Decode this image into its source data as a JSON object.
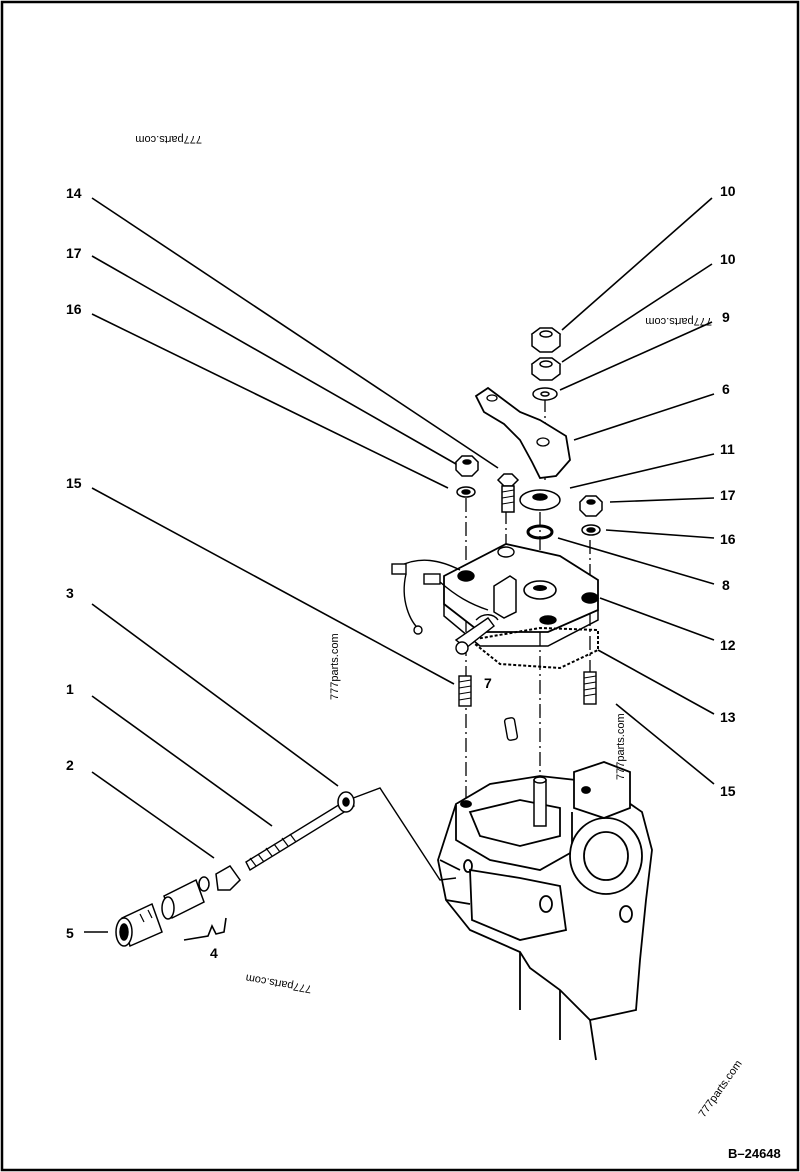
{
  "callouts": [
    {
      "id": "c14a",
      "label": "14"
    },
    {
      "id": "c17a",
      "label": "17"
    },
    {
      "id": "c16a",
      "label": "16"
    },
    {
      "id": "c15a",
      "label": "15"
    },
    {
      "id": "c3",
      "label": "3"
    },
    {
      "id": "c1",
      "label": "1"
    },
    {
      "id": "c2",
      "label": "2"
    },
    {
      "id": "c5",
      "label": "5"
    },
    {
      "id": "c4",
      "label": "4"
    },
    {
      "id": "c7",
      "label": "7"
    },
    {
      "id": "c10a",
      "label": "10"
    },
    {
      "id": "c10b",
      "label": "10"
    },
    {
      "id": "c9",
      "label": "9"
    },
    {
      "id": "c6",
      "label": "6"
    },
    {
      "id": "c11",
      "label": "11"
    },
    {
      "id": "c17b",
      "label": "17"
    },
    {
      "id": "c16b",
      "label": "16"
    },
    {
      "id": "c8",
      "label": "8"
    },
    {
      "id": "c12",
      "label": "12"
    },
    {
      "id": "c13",
      "label": "13"
    },
    {
      "id": "c15b",
      "label": "15"
    }
  ],
  "watermarks": [
    "777parts.com",
    "777parts.com",
    "777parts.com",
    "777parts.com",
    "777parts.com",
    "777parts.com"
  ],
  "drawing_code": "B–24648"
}
